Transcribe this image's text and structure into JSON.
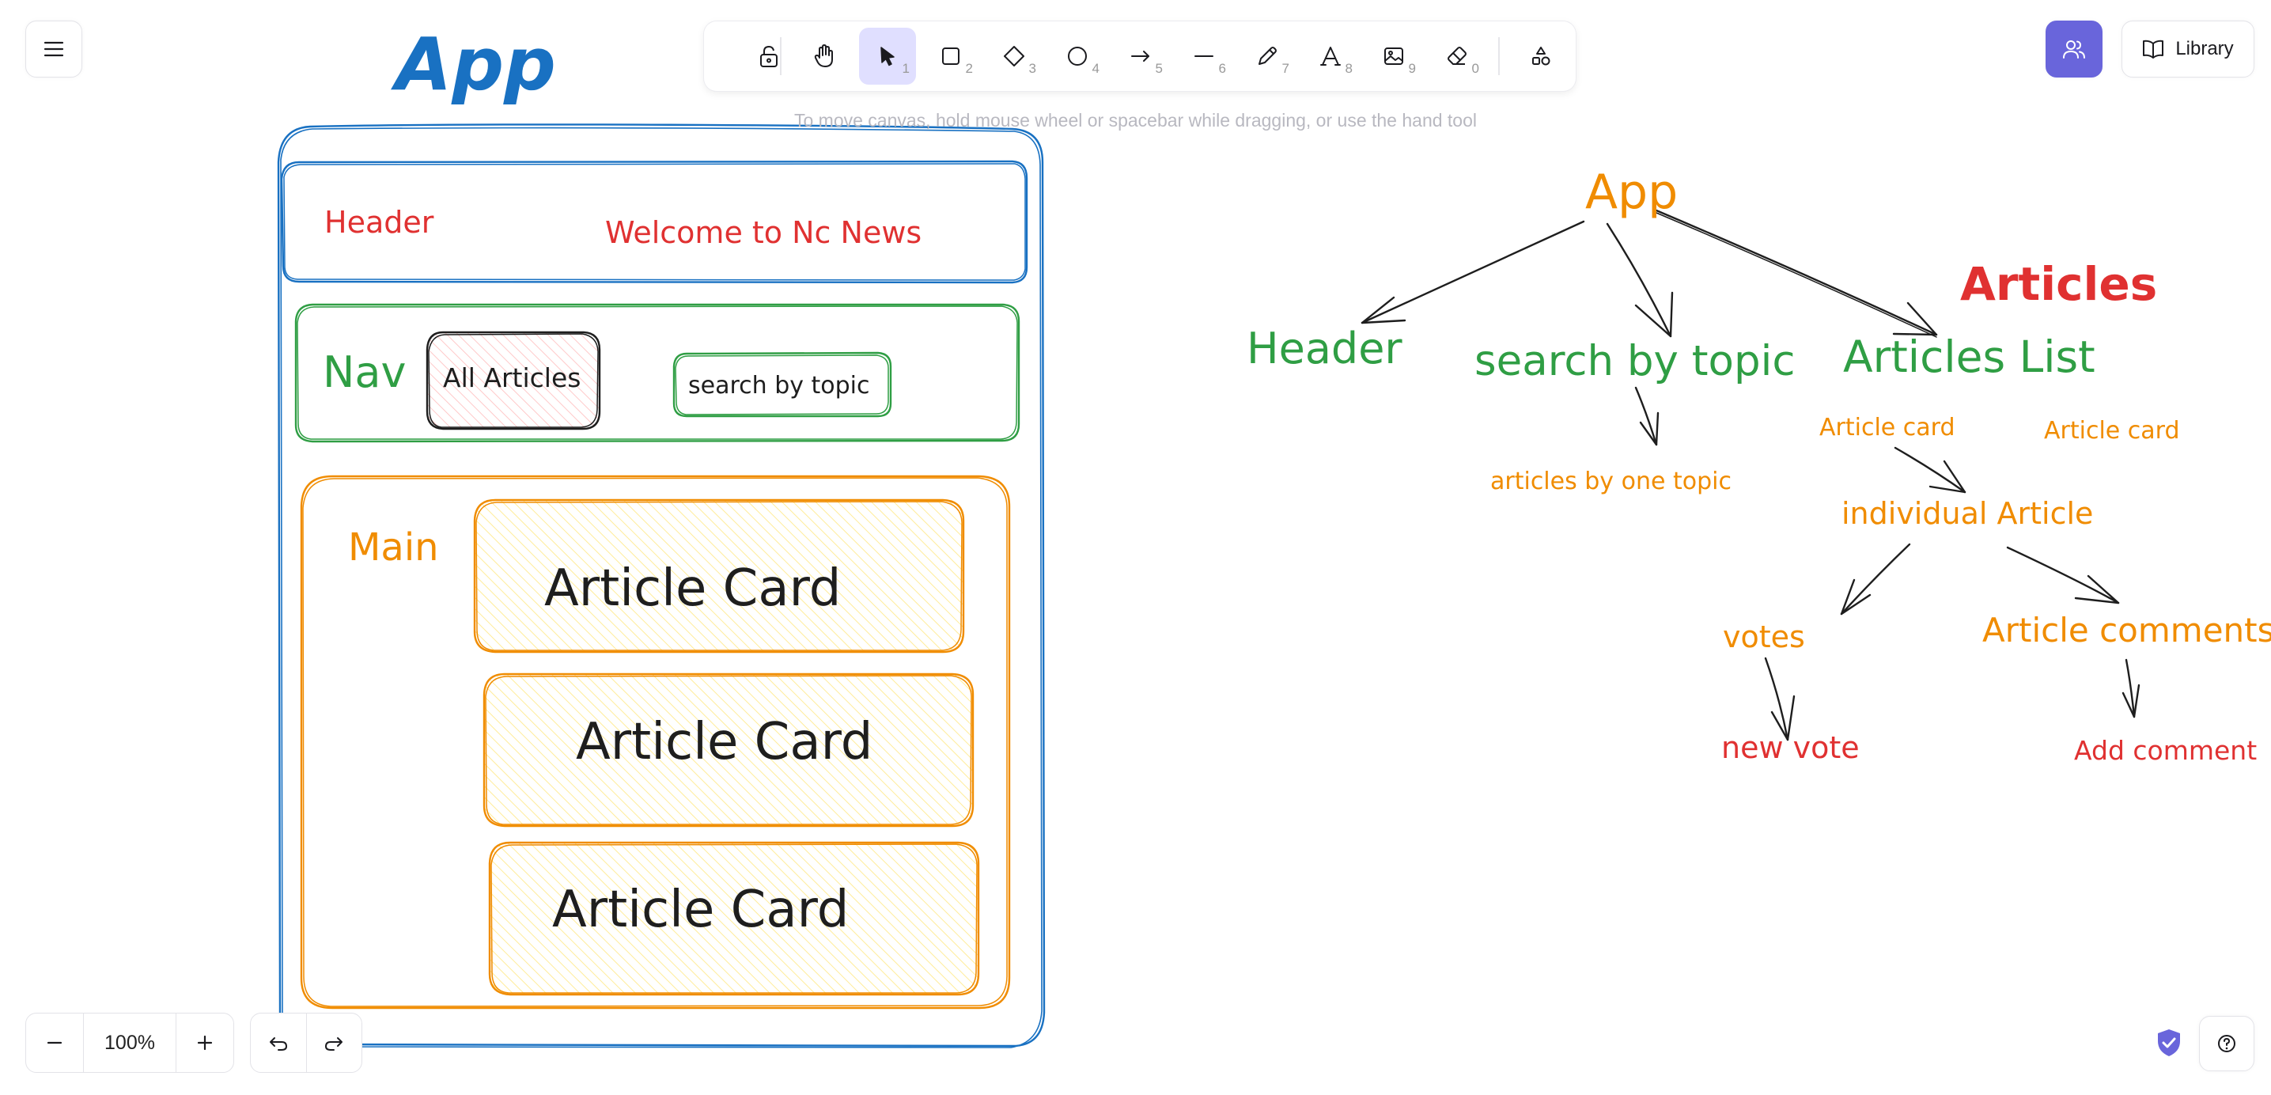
{
  "colors": {
    "accent": "#6965db",
    "blue": "#1971c2",
    "red": "#e03131",
    "green": "#2f9e44",
    "orange": "#f08c00",
    "ink": "#1e1e1e"
  },
  "topbar": {
    "menu_icon": "hamburger-icon",
    "collab_icon": "users-icon",
    "library_label": "Library",
    "library_icon": "book-icon"
  },
  "toolbar": {
    "tools": [
      {
        "name": "lock",
        "icon": "lock-open-icon",
        "key": ""
      },
      {
        "name": "hand",
        "icon": "hand-icon",
        "key": ""
      },
      {
        "name": "selection",
        "icon": "pointer-icon",
        "key": "1",
        "active": true
      },
      {
        "name": "rectangle",
        "icon": "square-icon",
        "key": "2"
      },
      {
        "name": "diamond",
        "icon": "diamond-icon",
        "key": "3"
      },
      {
        "name": "ellipse",
        "icon": "circle-icon",
        "key": "4"
      },
      {
        "name": "arrow",
        "icon": "arrow-icon",
        "key": "5"
      },
      {
        "name": "line",
        "icon": "line-icon",
        "key": "6"
      },
      {
        "name": "draw",
        "icon": "pencil-icon",
        "key": "7"
      },
      {
        "name": "text",
        "icon": "text-icon",
        "key": "8"
      },
      {
        "name": "image",
        "icon": "image-icon",
        "key": "9"
      },
      {
        "name": "eraser",
        "icon": "eraser-icon",
        "key": "0"
      },
      {
        "name": "more",
        "icon": "shapes-icon",
        "key": ""
      }
    ]
  },
  "hint": "To move canvas, hold mouse wheel or spacebar while dragging, or use the hand tool",
  "wireframe": {
    "app_title": "App",
    "header_label": "Header",
    "header_welcome": "Welcome to Nc News",
    "nav_label": "Nav",
    "all_articles": "All Articles",
    "search_by_topic": "search by topic",
    "main_label": "Main",
    "article_cards": [
      "Article Card",
      "Article Card",
      "Article Card"
    ]
  },
  "tree": {
    "app": "App",
    "header": "Header",
    "search_by_topic": "search by topic",
    "articles_list": "Articles List",
    "articles": "Articles",
    "articles_by_topic": "articles by one topic",
    "article_card_1": "Article card",
    "article_card_2": "Article card",
    "individual_article": "individual Article",
    "votes": "votes",
    "article_comments": "Article comments",
    "new_vote": "new vote",
    "add_comment": "Add comment"
  },
  "footer": {
    "zoom_out_icon": "minus-icon",
    "zoom_level": "100%",
    "zoom_in_icon": "plus-icon",
    "undo_icon": "undo-icon",
    "redo_icon": "redo-icon",
    "shield_icon": "shield-check-icon",
    "help_icon": "help-icon"
  }
}
